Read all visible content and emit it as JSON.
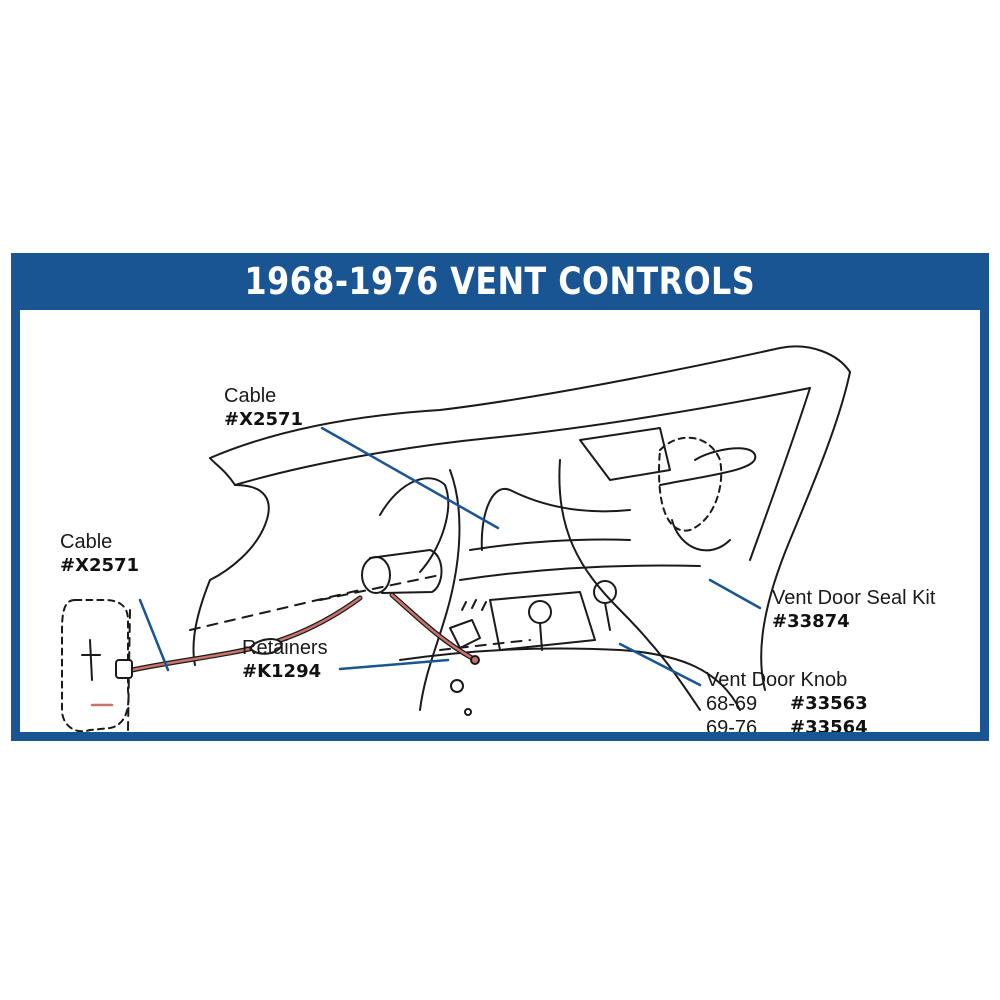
{
  "title": "1968-1976 VENT CONTROLS",
  "colors": {
    "banner": "#1a5593",
    "leader": "#1a5593",
    "cable_highlight": "#c9736a",
    "linework": "#1a1a1a"
  },
  "callouts": {
    "cable_top": {
      "label": "Cable",
      "part": "#X2571"
    },
    "cable_left": {
      "label": "Cable",
      "part": "#X2571"
    },
    "retainers": {
      "label": "Retainers",
      "part": "#K1294"
    },
    "seal_kit": {
      "label": "Vent Door Seal Kit",
      "part": "#33874"
    },
    "knob": {
      "label": "Vent Door Knob",
      "rows": [
        {
          "years": "68-69",
          "part": "#33563"
        },
        {
          "years": "69-76",
          "part": "#33564"
        }
      ]
    }
  }
}
